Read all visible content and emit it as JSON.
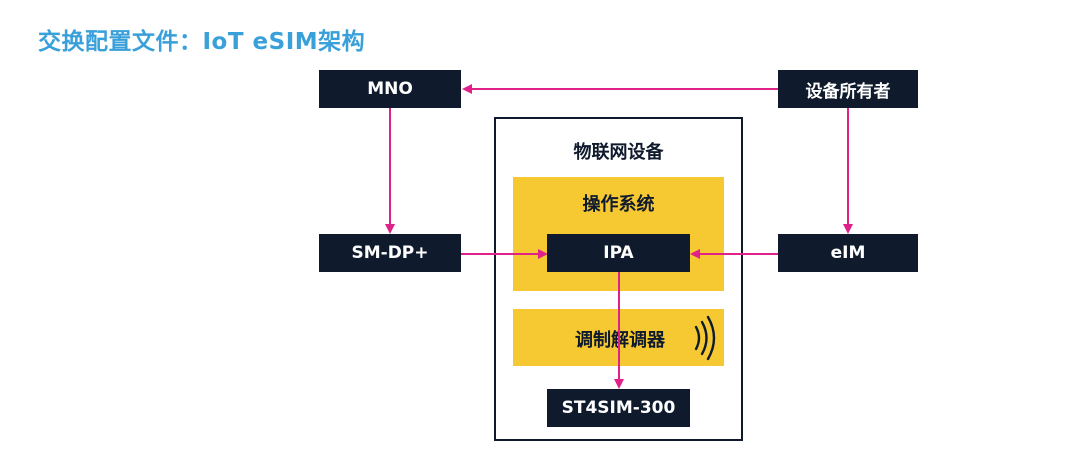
{
  "title": "交换配置文件：IoT eSIM架构",
  "nodes": {
    "mno": "MNO",
    "device_owner": "设备所有者",
    "sm_dp": "SM-DP+",
    "eim": "eIM",
    "iot_device": "物联网设备",
    "os": "操作系统",
    "ipa": "IPA",
    "modem": "调制解调器",
    "st4sim": "ST4SIM-300"
  },
  "colors": {
    "title": "#3aa0da",
    "box": "#0f1b2d",
    "highlight": "#f6c932",
    "arrow": "#e0218a"
  },
  "icons": {
    "modem_signal": "signal-waves-icon"
  }
}
